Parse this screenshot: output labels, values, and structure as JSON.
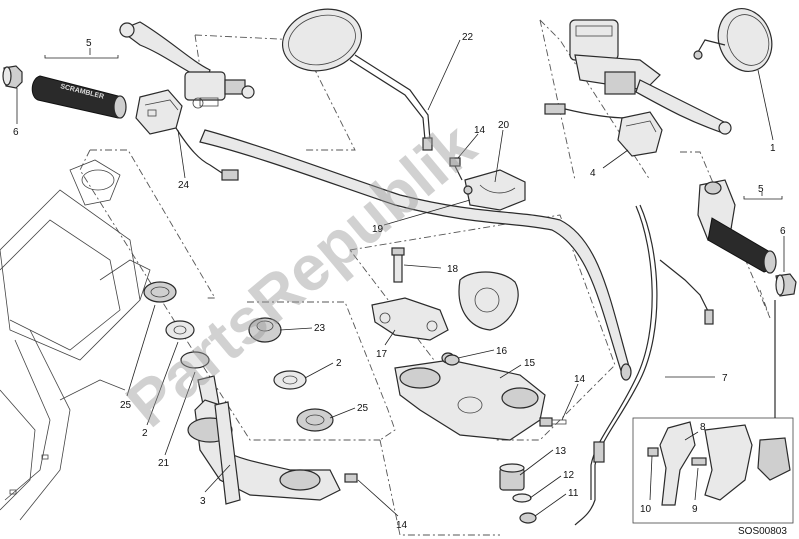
{
  "diagram": {
    "code": "SOS00803",
    "watermark": "PartsRepublik",
    "grip_branding": "SCRAMBLER",
    "callouts": {
      "c1": "1",
      "c2a": "2",
      "c2b": "2",
      "c3": "3",
      "c4": "4",
      "c5a": "5",
      "c5b": "5",
      "c6a": "6",
      "c6b": "6",
      "c7": "7",
      "c8": "8",
      "c9": "9",
      "c10": "10",
      "c11": "11",
      "c12": "12",
      "c13": "13",
      "c14a": "14",
      "c14b": "14",
      "c14c": "14",
      "c15": "15",
      "c16": "16",
      "c17": "17",
      "c18": "18",
      "c19": "19",
      "c20": "20",
      "c21": "21",
      "c22": "22",
      "c23": "23",
      "c24": "24",
      "c25a": "25",
      "c25b": "25"
    }
  }
}
